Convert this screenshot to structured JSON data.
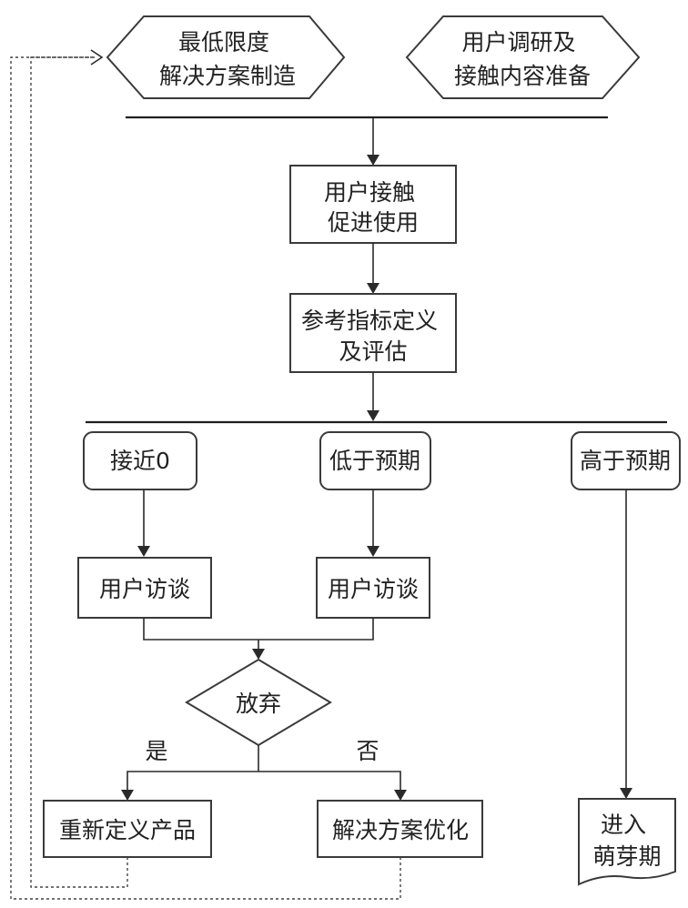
{
  "nodes": {
    "min_solution": [
      "最低限度",
      "解决方案制造"
    ],
    "user_research": [
      "用户调研及",
      "接触内容准备"
    ],
    "user_contact": [
      "用户接触",
      "促进使用"
    ],
    "metrics": [
      "参考指标定义",
      "及评估"
    ],
    "near_zero": [
      "接近0"
    ],
    "below_expect": [
      "低于预期"
    ],
    "above_expect": [
      "高于预期"
    ],
    "interview_left": [
      "用户访谈"
    ],
    "interview_right": [
      "用户访谈"
    ],
    "give_up": [
      "放弃"
    ],
    "redefine_product": [
      "重新定义产品"
    ],
    "optimize_solution": [
      "解决方案优化"
    ],
    "enter_sprout": [
      "进入",
      "萌芽期"
    ]
  },
  "labels": {
    "yes": "是",
    "no": "否"
  }
}
